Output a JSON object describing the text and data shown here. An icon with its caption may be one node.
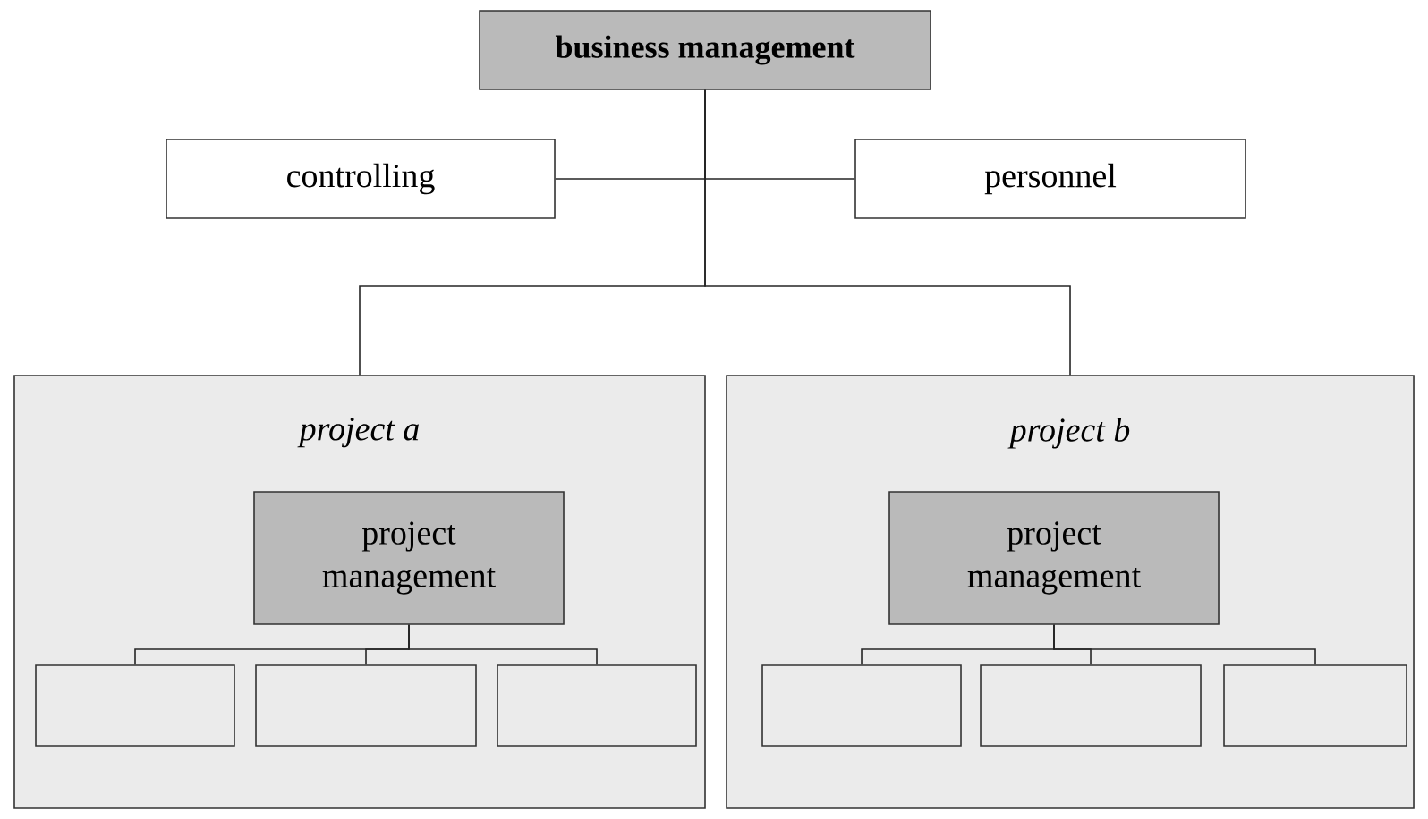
{
  "diagram": {
    "nodes": [
      {
        "text": [
          "business management"
        ]
      },
      {
        "text": [
          "controlling"
        ]
      },
      {
        "text": [
          "personnel"
        ]
      },
      {
        "text": [
          "project a"
        ]
      },
      {
        "text": [
          "project management"
        ],
        "in": 3
      },
      {
        "text": [],
        "shape": "box",
        "in": 3
      },
      {
        "text": [],
        "shape": "box",
        "in": 3
      },
      {
        "text": [],
        "shape": "box",
        "in": 3
      },
      {
        "text": [
          "project b"
        ]
      },
      {
        "text": [
          "project management"
        ],
        "in": 8
      },
      {
        "text": [],
        "shape": "box",
        "in": 8
      },
      {
        "text": [],
        "shape": "box",
        "in": 8
      },
      {
        "text": [],
        "shape": "box",
        "in": 8
      }
    ],
    "edges": [
      {
        "from": 0,
        "to": 1,
        "arrow": "none"
      },
      {
        "from": 0,
        "to": 2,
        "arrow": "none"
      },
      {
        "from": 0,
        "to": 3,
        "arrow": "none"
      },
      {
        "from": 0,
        "to": 8,
        "arrow": "none"
      },
      {
        "from": 4,
        "to": 5,
        "arrow": "none"
      },
      {
        "from": 4,
        "to": 6,
        "arrow": "none"
      },
      {
        "from": 4,
        "to": 7,
        "arrow": "none"
      },
      {
        "from": 9,
        "to": 10,
        "arrow": "none"
      },
      {
        "from": 9,
        "to": 11,
        "arrow": "none"
      },
      {
        "from": 9,
        "to": 12,
        "arrow": "none"
      }
    ]
  }
}
